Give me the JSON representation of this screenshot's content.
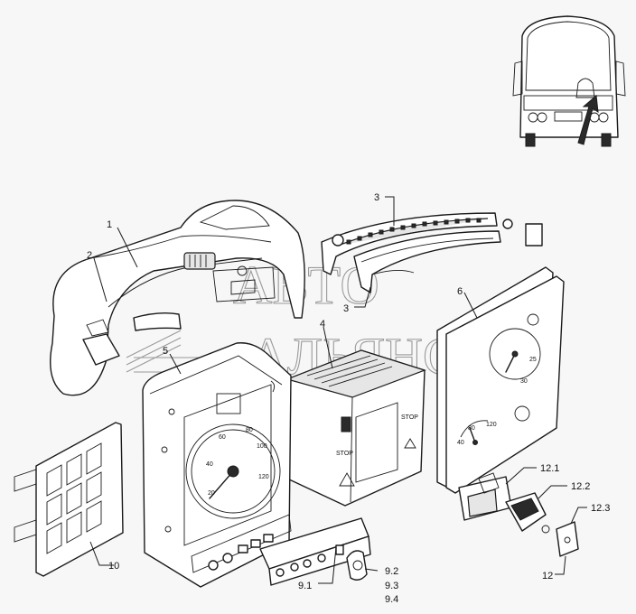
{
  "callouts": {
    "c1": "1",
    "c2": "2",
    "c3a": "3",
    "c3b": "3",
    "c4": "4",
    "c5": "5",
    "c6": "6",
    "c9_1": "9.1",
    "c9_2": "9.2",
    "c9_3": "9.3",
    "c9_4": "9.4",
    "c10": "10",
    "c12": "12",
    "c12_1": "12.1",
    "c12_2": "12.2",
    "c12_3": "12.3"
  },
  "watermark": {
    "line1": "АВТО",
    "line2": "АЛЬЯНС"
  },
  "speedometer": {
    "ticks": [
      "20",
      "40",
      "60",
      "80",
      "100",
      "120"
    ]
  },
  "tachometer": {
    "ticks": [
      "25",
      "30"
    ]
  },
  "fuel_gauge": {
    "ticks": [
      "40",
      "80",
      "120"
    ]
  },
  "module_labels": {
    "stop_1": "STOP",
    "stop_2": "STOP"
  }
}
